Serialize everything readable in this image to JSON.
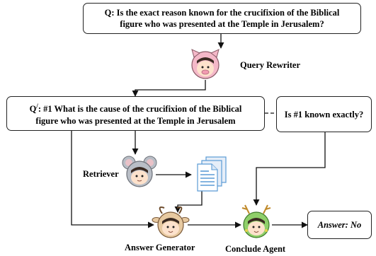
{
  "question_box": {
    "text": "Q: Is the exact reason known for the crucifixion of the Biblical\nfigure who was presented at the Temple in Jerusalem?"
  },
  "rewritten_box": {
    "q_letter": "Q",
    "q_mark": "/",
    "text": ": #1 What is the cause of the crucifixion of the Biblical\nfigure who was presented at the Temple in Jerusalem"
  },
  "subquestion_box": {
    "text": "Is #1 known exactly?"
  },
  "answer_box": {
    "text": "Answer: No"
  },
  "agents": {
    "query_rewriter": {
      "label": "Query Rewriter",
      "icon": "pig-avatar-icon",
      "color": "#f4b8c8"
    },
    "retriever": {
      "label": "Retriever",
      "icon": "mouse-avatar-icon",
      "color": "#b9bec6"
    },
    "answer_generator": {
      "label": "Answer Generator",
      "icon": "cow-avatar-icon",
      "color": "#e7c9a0"
    },
    "conclude_agent": {
      "label": "Conclude Agent",
      "icon": "dragon-avatar-icon",
      "color": "#8fcf6a"
    }
  },
  "documents": {
    "icon": "documents-icon",
    "color": "#5b9bd5"
  }
}
